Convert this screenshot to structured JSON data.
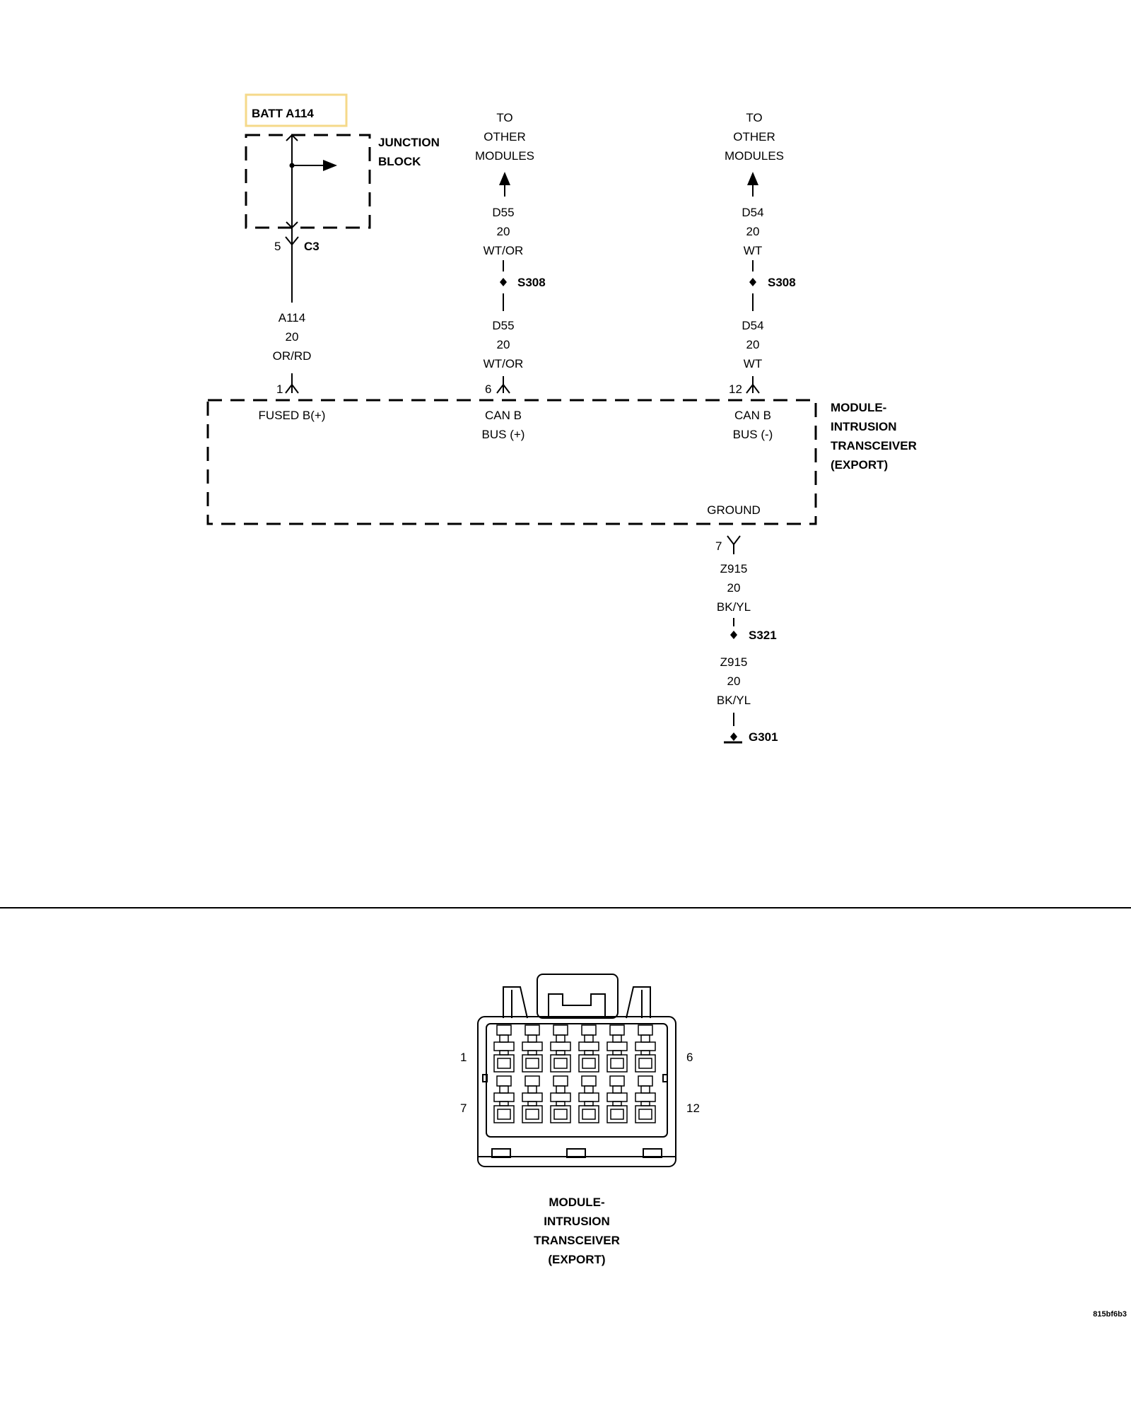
{
  "batt_label": "BATT A114",
  "junction_block": {
    "line1": "JUNCTION",
    "line2": "BLOCK"
  },
  "c3": {
    "pin": "5",
    "connector": "C3"
  },
  "to_modules": {
    "line1": "TO",
    "line2": "OTHER",
    "line3": "MODULES"
  },
  "wire_a114": {
    "code": "A114",
    "gauge": "20",
    "color": "OR/RD",
    "pin": "1",
    "function": "FUSED B(+)"
  },
  "wire_d55": {
    "code": "D55",
    "gauge": "20",
    "color": "WT/OR",
    "pin": "6",
    "splice": "S308",
    "function_line1": "CAN B",
    "function_line2": "BUS (+)"
  },
  "wire_d54": {
    "code": "D54",
    "gauge": "20",
    "color": "WT",
    "pin": "12",
    "splice": "S308",
    "function_line1": "CAN B",
    "function_line2": "BUS (-)"
  },
  "module": {
    "line1": "MODULE-",
    "line2": "INTRUSION",
    "line3": "TRANSCEIVER",
    "line4": "(EXPORT)"
  },
  "ground": {
    "label": "GROUND",
    "pin": "7",
    "code": "Z915",
    "gauge": "20",
    "color": "BK/YL",
    "splice": "S321",
    "ground_point": "G301"
  },
  "connector": {
    "pin_tl": "1",
    "pin_tr": "6",
    "pin_bl": "7",
    "pin_br": "12"
  },
  "figure_id": "815bf6b3",
  "colors": {
    "highlight_box": "#f5d98a",
    "ink": "#000000"
  }
}
